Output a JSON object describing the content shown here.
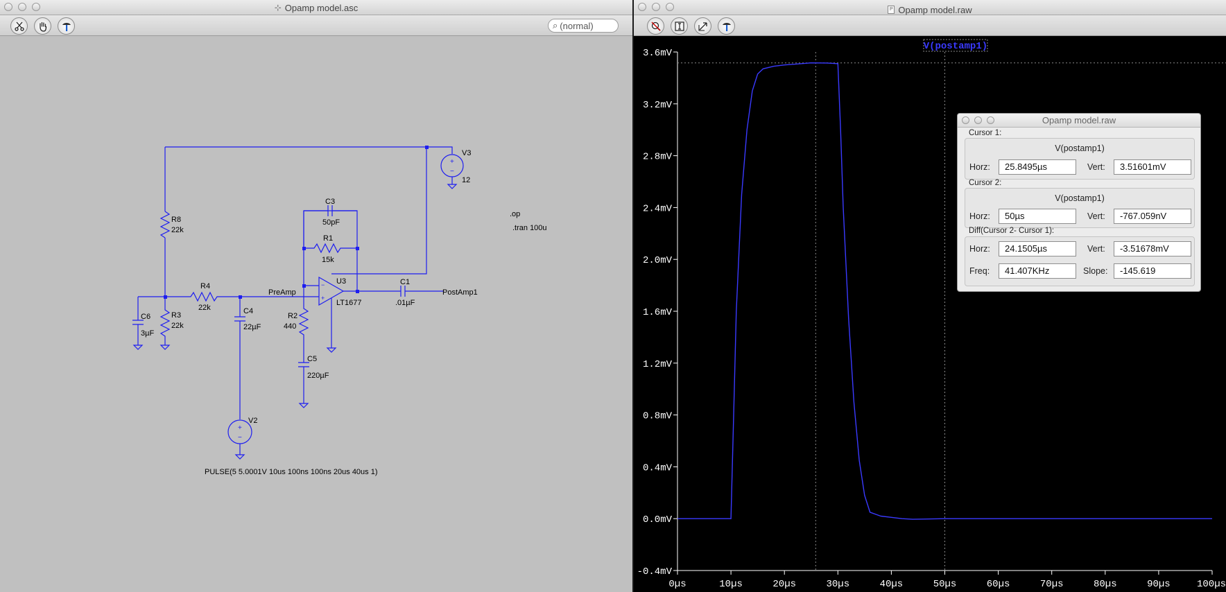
{
  "schematic_window": {
    "title": "Opamp model.asc",
    "toolbar": {
      "buttons": [
        {
          "name": "scissors-icon"
        },
        {
          "name": "hand-icon"
        },
        {
          "name": "hammer-icon"
        }
      ],
      "search_value": "(normal)"
    },
    "components": {
      "R8": {
        "ref": "R8",
        "value": "22k"
      },
      "R3": {
        "ref": "R3",
        "value": "22k"
      },
      "R4": {
        "ref": "R4",
        "value": "22k"
      },
      "C6": {
        "ref": "C6",
        "value": "3µF"
      },
      "C4": {
        "ref": "C4",
        "value": "22µF"
      },
      "C3": {
        "ref": "C3",
        "value": "50pF"
      },
      "R1": {
        "ref": "R1",
        "value": "15k"
      },
      "R2": {
        "ref": "R2",
        "value": "440"
      },
      "C5": {
        "ref": "C5",
        "value": "220µF"
      },
      "U3": {
        "ref": "U3",
        "value": "LT1677"
      },
      "C1": {
        "ref": "C1",
        "value": ".01µF"
      },
      "V3": {
        "ref": "V3",
        "value": "12"
      },
      "V2": {
        "ref": "V2",
        "value": "PULSE(5 5.0001V 10us 100ns 100ns 20us 40us 1)"
      }
    },
    "net_labels": {
      "preamp": "PreAmp",
      "postamp": "PostAmp1"
    },
    "directives": [
      ".op",
      ".tran 100u"
    ]
  },
  "waveform_window": {
    "title": "Opamp model.raw",
    "toolbar": {
      "buttons": [
        {
          "name": "autorange-icon"
        },
        {
          "name": "zoom-icon"
        },
        {
          "name": "pan-icon"
        },
        {
          "name": "hammer-icon"
        }
      ]
    },
    "trace_label": "V(postamp1)",
    "colors": {
      "trace": "#3a3aff",
      "background": "#000000",
      "axis": "#ffffff",
      "grid": "#8a8a8a"
    }
  },
  "chart_data": {
    "type": "line",
    "title": "V(postamp1)",
    "xlabel": "",
    "ylabel": "",
    "xlim": [
      0,
      100
    ],
    "ylim": [
      -0.4,
      3.6
    ],
    "x_unit": "µs",
    "y_unit": "mV",
    "x_ticks": [
      "0µs",
      "10µs",
      "20µs",
      "30µs",
      "40µs",
      "50µs",
      "60µs",
      "70µs",
      "80µs",
      "90µs",
      "100µs"
    ],
    "y_ticks": [
      "-0.4mV",
      "0.0mV",
      "0.4mV",
      "0.8mV",
      "1.2mV",
      "1.6mV",
      "2.0mV",
      "2.4mV",
      "2.8mV",
      "3.2mV",
      "3.6mV"
    ],
    "grid": false,
    "cursors": {
      "cursor1_x": 25.8495,
      "cursor1_y": 3.51601,
      "cursor2_x": 50
    },
    "series": [
      {
        "name": "V(postamp1)",
        "x": [
          0,
          9.9,
          10.0,
          10.5,
          11,
          12,
          13,
          14,
          15,
          16,
          18,
          20,
          25,
          28,
          29.9,
          30.0,
          30.5,
          31,
          32,
          33,
          34,
          35,
          36,
          38,
          40,
          42,
          44,
          46,
          50,
          60,
          70,
          80,
          90,
          100
        ],
        "y": [
          0,
          0,
          0,
          0.8,
          1.6,
          2.5,
          3.0,
          3.3,
          3.43,
          3.47,
          3.49,
          3.5,
          3.516,
          3.515,
          3.51,
          3.51,
          3.0,
          2.4,
          1.55,
          0.9,
          0.45,
          0.18,
          0.05,
          0.02,
          0.01,
          0.0,
          -0.005,
          -0.003,
          0,
          0,
          0,
          0,
          0,
          0
        ]
      }
    ]
  },
  "cursor_dialog": {
    "title": "Opamp model.raw",
    "cursor1": {
      "label": "Cursor 1:",
      "trace": "V(postamp1)",
      "horz_label": "Horz:",
      "horz": "25.8495µs",
      "vert_label": "Vert:",
      "vert": "3.51601mV"
    },
    "cursor2": {
      "label": "Cursor 2:",
      "trace": "V(postamp1)",
      "horz_label": "Horz:",
      "horz": "50µs",
      "vert_label": "Vert:",
      "vert": "-767.059nV"
    },
    "diff": {
      "label": "Diff(Cursor 2- Cursor 1):",
      "horz_label": "Horz:",
      "horz": "24.1505µs",
      "vert_label": "Vert:",
      "vert": "-3.51678mV",
      "freq_label": "Freq:",
      "freq": "41.407KHz",
      "slope_label": "Slope:",
      "slope": "-145.619"
    }
  }
}
